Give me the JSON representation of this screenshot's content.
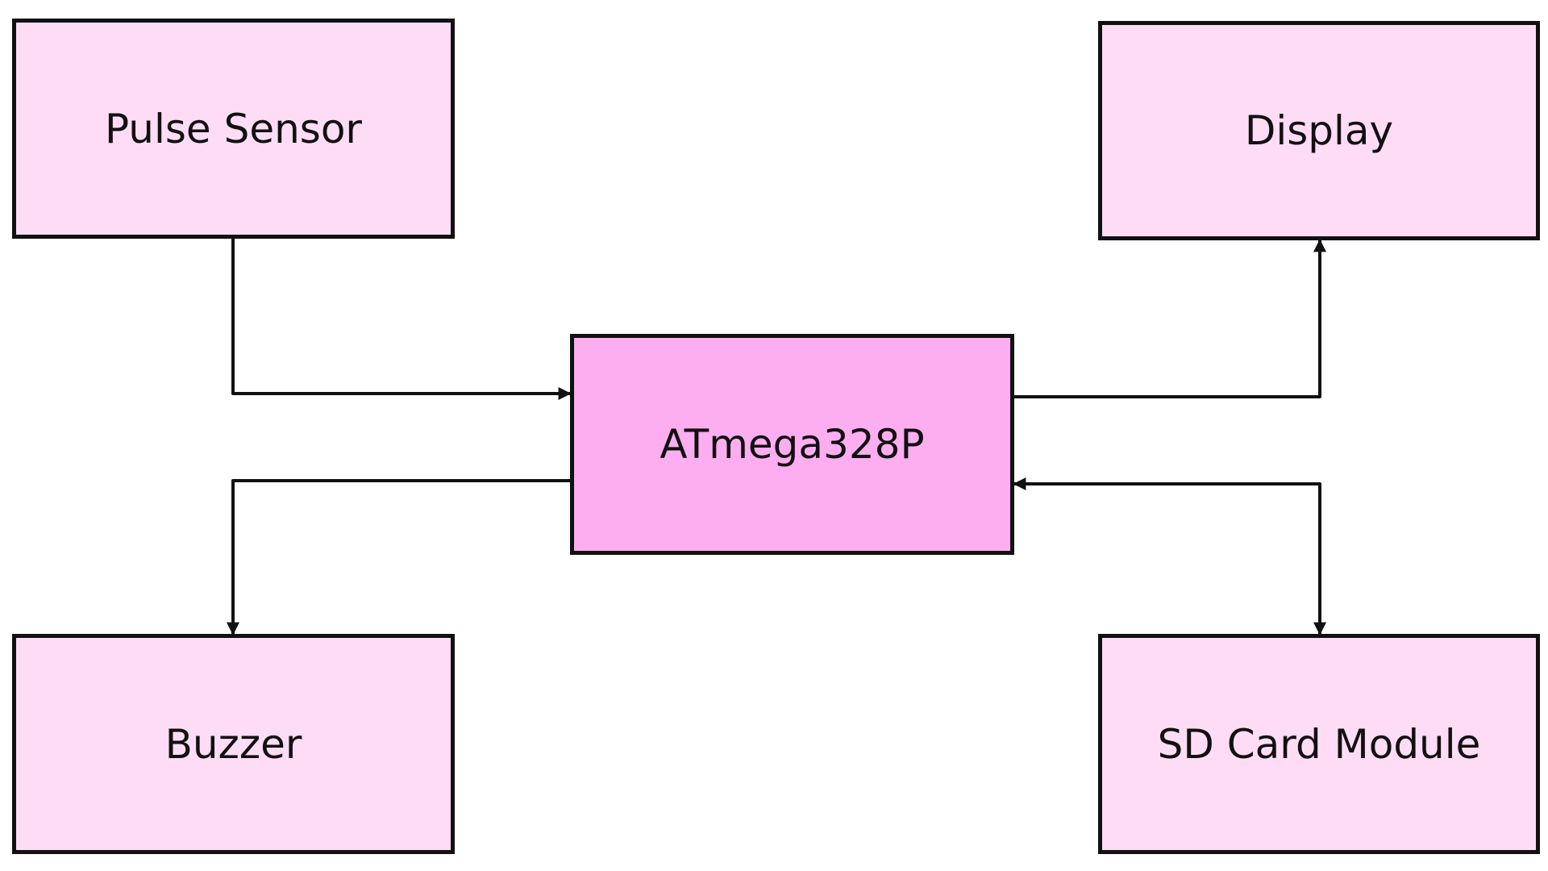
{
  "colors": {
    "peripheral_fill": "#fedcf5",
    "mcu_fill": "#fdaef0",
    "stroke": "#111111",
    "background": "#ffffff"
  },
  "blocks": {
    "pulse_sensor": "Pulse Sensor",
    "display": "Display",
    "mcu": "ATmega328P",
    "buzzer": "Buzzer",
    "sd_card": "SD Card Module"
  },
  "connections": [
    {
      "from": "Pulse Sensor",
      "to": "ATmega328P"
    },
    {
      "from": "ATmega328P",
      "to": "Display"
    },
    {
      "from": "ATmega328P",
      "to": "Buzzer"
    },
    {
      "from": "ATmega328P",
      "to": "SD Card Module",
      "bidirectional": true
    }
  ]
}
